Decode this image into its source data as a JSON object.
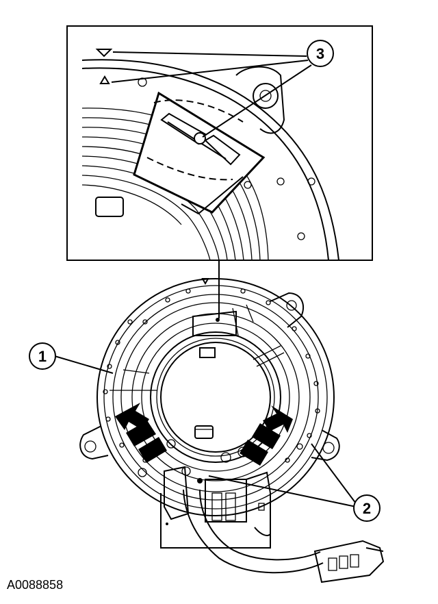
{
  "figure_id": "A0088858",
  "callouts": [
    {
      "label": "1"
    },
    {
      "label": "2"
    },
    {
      "label": "3"
    }
  ]
}
